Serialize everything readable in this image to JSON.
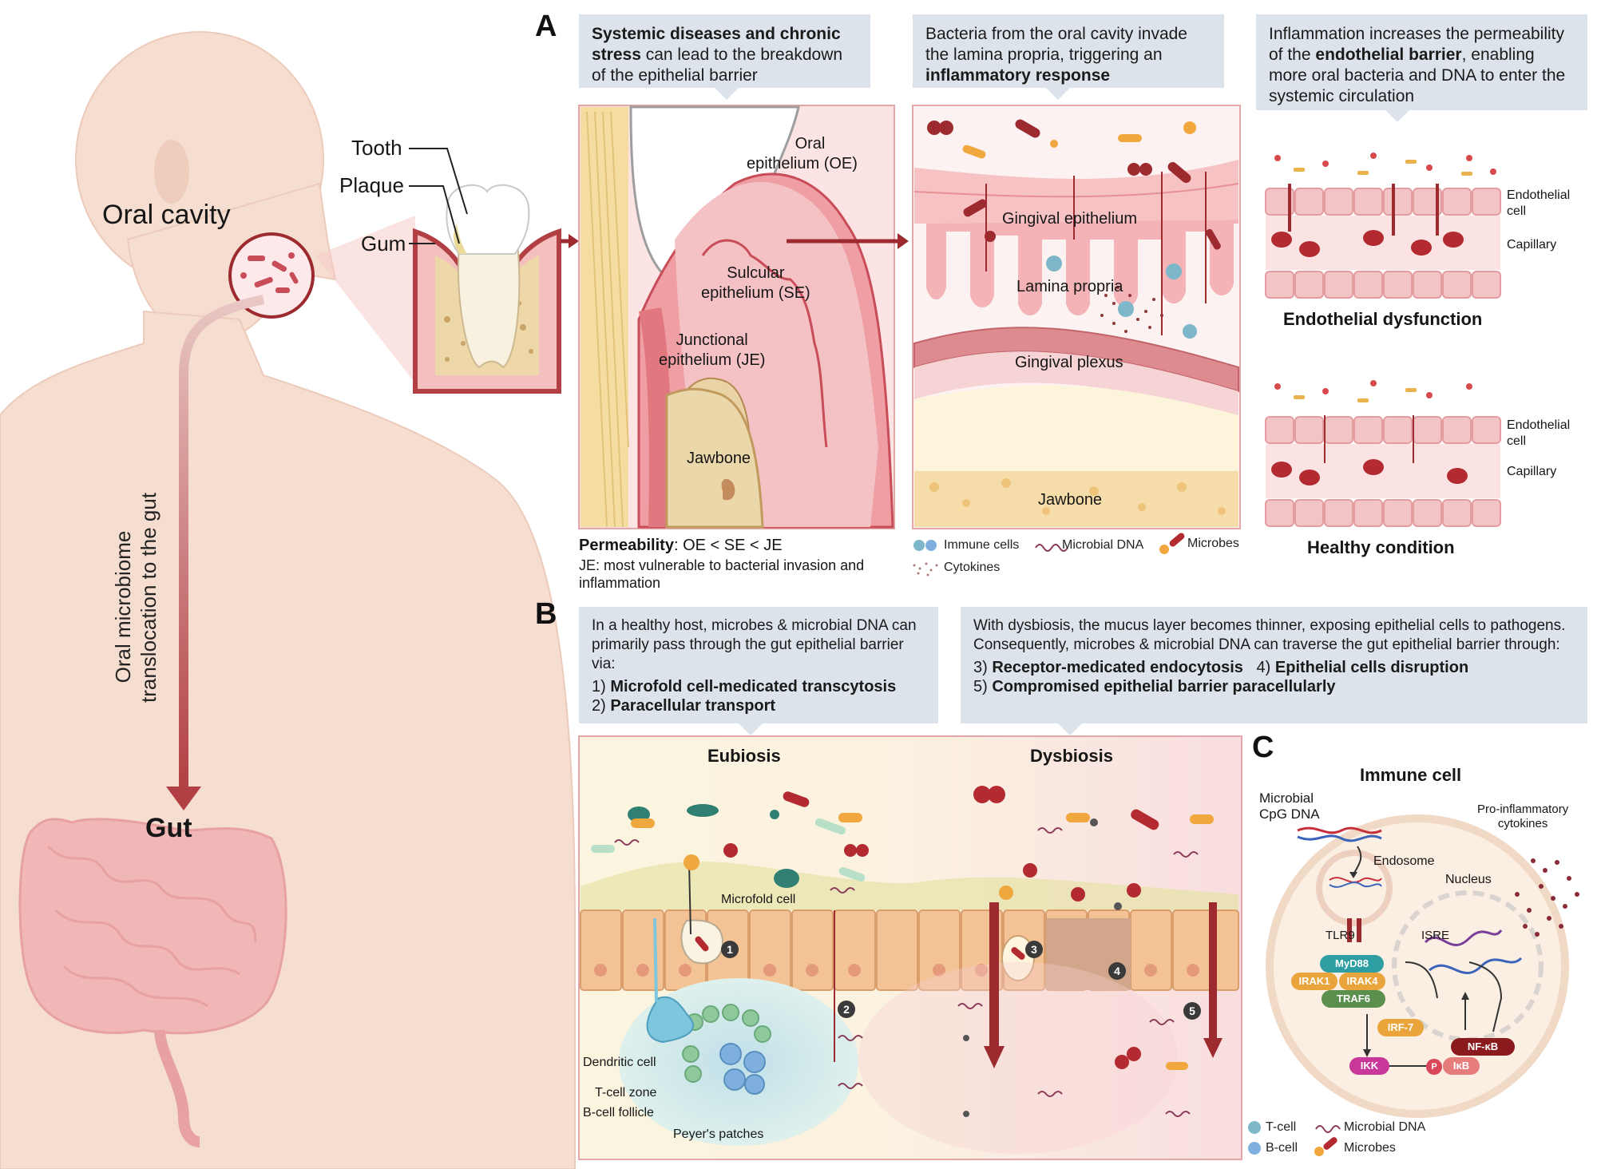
{
  "left": {
    "oral_cavity": "Oral cavity",
    "tooth": "Tooth",
    "plaque": "Plaque",
    "gum": "Gum",
    "translocation_line1": "Oral microbiome",
    "translocation_line2": "translocation to the gut",
    "gut": "Gut"
  },
  "panelA": {
    "letter": "A",
    "box1": {
      "b1": "Systemic diseases and chronic",
      "b2": "stress",
      "rest": " can lead to the breakdown of the epithelial barrier"
    },
    "box2": {
      "pre": "Bacteria from the oral cavity invade the lamina propria, triggering an ",
      "bold": "inflammatory response"
    },
    "box3": {
      "pre": "Inflammation increases the permeability of the ",
      "bold": "endothelial barrier",
      "post": ", enabling more oral bacteria and DNA to enter the systemic circulation"
    },
    "gum_labels": {
      "oe_line1": "Oral",
      "oe_line2": "epithelium (OE)",
      "se_line1": "Sulcular",
      "se_line2": "epithelium (SE)",
      "je_line1": "Junctional",
      "je_line2": "epithelium (JE)",
      "jawbone": "Jawbone"
    },
    "permeability": {
      "label": "Permeability",
      "value": ": OE < SE < JE",
      "note": "JE: most vulnerable to bacterial invasion and inflammation"
    },
    "tissue_labels": {
      "gingival_epithelium": "Gingival epithelium",
      "lamina_propria": "Lamina propria",
      "gingival_plexus": "Gingival plexus",
      "jawbone": "Jawbone"
    },
    "legend": {
      "immune_cells": "Immune cells",
      "microbial_dna": "Microbial DNA",
      "microbes": "Microbes",
      "cytokines": "Cytokines"
    },
    "endo": {
      "cell_line1": "Endothelial",
      "cell_line2": "cell",
      "capillary": "Capillary",
      "dysfunction_title": "Endothelial dysfunction",
      "cell2_line1": "Endothelial",
      "cell2_line2": "cell",
      "capillary2": "Capillary",
      "healthy_title": "Healthy condition"
    }
  },
  "panelB": {
    "letter": "B",
    "box1": {
      "intro": "In a healthy host, microbes & microbial DNA can primarily pass through the gut epithelial barrier via:",
      "item1_num": "1) ",
      "item1": "Microfold cell-medicated transcytosis",
      "item2_num": "2) ",
      "item2": "Paracellular transport"
    },
    "box2": {
      "intro": "With dysbiosis, the mucus layer becomes thinner, exposing epithelial cells to pathogens. Consequently, microbes & microbial DNA can traverse the gut epithelial barrier through:",
      "item3_num": "3) ",
      "item3": "Receptor-medicated endocytosis",
      "item4_num": "4) ",
      "item4": "Epithelial cells disruption",
      "item5_num": "5) ",
      "item5": "Compromised epithelial barrier paracellularly"
    },
    "eubiosis": "Eubiosis",
    "dysbiosis": "Dysbiosis",
    "microfold_cell": "Microfold cell",
    "dendritic_cell": "Dendritic cell",
    "t_cell_zone": "T-cell zone",
    "b_cell_follicle": "B-cell follicle",
    "peyers_patches": "Peyer's patches",
    "n1": "1",
    "n2": "2",
    "n3": "3",
    "n4": "4",
    "n5": "5"
  },
  "panelC": {
    "letter": "C",
    "title": "Immune cell",
    "cpg_line1": "Microbial",
    "cpg_line2": "CpG DNA",
    "endosome": "Endosome",
    "nucleus": "Nucleus",
    "cytokines_line1": "Pro-inflammatory",
    "cytokines_line2": "cytokines",
    "tlr9": "TLR9",
    "isre": "ISRE",
    "myd88": "MyD88",
    "irak1": "IRAK1",
    "irak4": "IRAK4",
    "traf6": "TRAF6",
    "irf7": "IRF-7",
    "ikk": "IKK",
    "nfkb": "NF-κB",
    "p": "P",
    "ikb": "IκB",
    "legend": {
      "tcell": "T-cell",
      "bcell": "B-cell",
      "dna": "Microbial DNA",
      "microbes": "Microbes"
    }
  },
  "colors": {
    "panel_bg": "#dde3ea",
    "skin": "#f4dccd",
    "tissue": "#f2b9bc",
    "dark_red": "#9c2a2e",
    "gut_arrow": "#b54a4e"
  }
}
